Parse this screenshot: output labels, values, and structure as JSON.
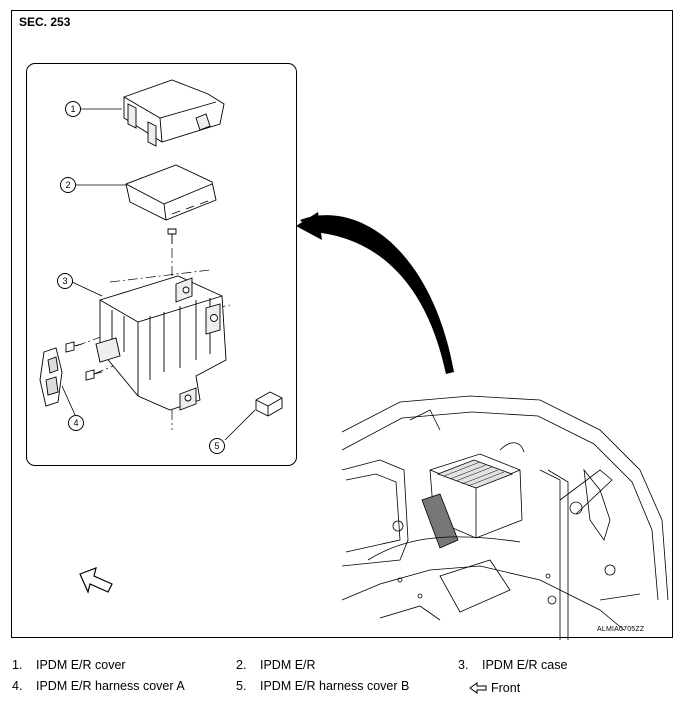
{
  "section_label": "SEC. 253",
  "figure_code": "ALMIA0705ZZ",
  "callouts": [
    "1",
    "2",
    "3",
    "4",
    "5"
  ],
  "legend": [
    {
      "num": "1.",
      "text": "IPDM E/R cover"
    },
    {
      "num": "2.",
      "text": "IPDM E/R"
    },
    {
      "num": "3.",
      "text": "IPDM E/R case"
    },
    {
      "num": "4.",
      "text": "IPDM E/R harness cover A"
    },
    {
      "num": "5.",
      "text": "IPDM E/R harness cover B"
    }
  ],
  "front_label": "Front",
  "icons": {
    "front": "front-arrow-icon",
    "direction": "direction-arrow-icon",
    "pointer": "curved-pointer-arrow-icon"
  }
}
